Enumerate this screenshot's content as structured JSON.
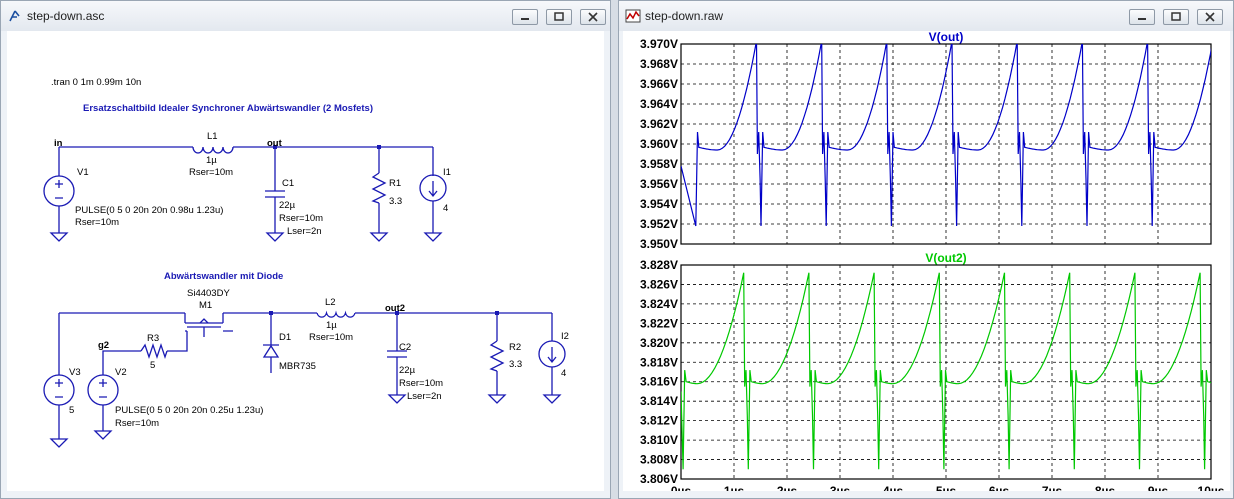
{
  "schematic_window": {
    "title": "step-down.asc",
    "directive": ".tran 0 1m 0.99m 10n",
    "heading1": "Ersatzschaltbild Idealer Synchroner Abwärtswandler (2 Mosfets)",
    "heading2": "Abwärtswandler mit Diode",
    "net_in": "in",
    "net_out": "out",
    "net_out2": "out2",
    "net_g2": "g2",
    "v1": {
      "name": "V1",
      "pulse": "PULSE(0 5 0 20n 20n 0.98u 1.23u)",
      "rser": "Rser=10m"
    },
    "l1": {
      "name": "L1",
      "value": "1µ",
      "rser": "Rser=10m"
    },
    "c1": {
      "name": "C1",
      "value": "22µ",
      "rser": "Rser=10m",
      "lser": "Lser=2n"
    },
    "r1": {
      "name": "R1",
      "value": "3.3"
    },
    "i1": {
      "name": "I1",
      "value": "4"
    },
    "m1": {
      "name": "M1",
      "model": "Si4403DY"
    },
    "r3": {
      "name": "R3",
      "value": "5"
    },
    "v2": {
      "name": "V2",
      "pulse": "PULSE(0 5 0 20n 20n 0.25u 1.23u)",
      "rser": "Rser=10m"
    },
    "v3": {
      "name": "V3",
      "value": "5"
    },
    "d1": {
      "name": "D1",
      "model": "MBR735"
    },
    "l2": {
      "name": "L2",
      "value": "1µ",
      "rser": "Rser=10m"
    },
    "c2": {
      "name": "C2",
      "value": "22µ",
      "rser": "Rser=10m",
      "lser": "Lser=2n"
    },
    "r2": {
      "name": "R2",
      "value": "3.3"
    },
    "i2": {
      "name": "I2",
      "value": "4"
    }
  },
  "waveform_window": {
    "title": "step-down.raw"
  },
  "chart_data": [
    {
      "type": "line",
      "title": "V(out)",
      "color": "#0000c8",
      "ylim": [
        3.95,
        3.97
      ],
      "yticks": [
        "3.970V",
        "3.968V",
        "3.966V",
        "3.964V",
        "3.962V",
        "3.960V",
        "3.958V",
        "3.956V",
        "3.954V",
        "3.952V",
        "3.950V"
      ],
      "xlim": [
        0,
        10
      ],
      "xunit": "µs",
      "period_us": 1.23,
      "wave": {
        "first_point": [
          0,
          3.9578
        ],
        "cycle_start_offset_us": 0.28,
        "peak": 3.9703,
        "post_peak_low": 3.959,
        "notch_high": 3.9612,
        "trough": 3.9518,
        "valley": 3.9594,
        "valley_phase": 0.33
      }
    },
    {
      "type": "line",
      "title": "V(out2)",
      "color": "#00c800",
      "ylim": [
        3.806,
        3.828
      ],
      "yticks": [
        "3.828V",
        "3.826V",
        "3.824V",
        "3.822V",
        "3.820V",
        "3.818V",
        "3.816V",
        "3.814V",
        "3.812V",
        "3.810V",
        "3.808V",
        "3.806V"
      ],
      "xticks": [
        "0µs",
        "1µs",
        "2µs",
        "3µs",
        "4µs",
        "5µs",
        "6µs",
        "7µs",
        "8µs",
        "9µs",
        "10µs"
      ],
      "xlim": [
        0,
        10
      ],
      "xunit": "µs",
      "period_us": 1.23,
      "wave": {
        "first_point": [
          0,
          3.815
        ],
        "cycle_start_offset_us": 0.04,
        "peak": 3.8272,
        "post_peak_low": 3.8155,
        "notch_high": 3.8172,
        "trough": 3.807,
        "valley": 3.8158,
        "valley_phase": 0.22
      }
    }
  ]
}
